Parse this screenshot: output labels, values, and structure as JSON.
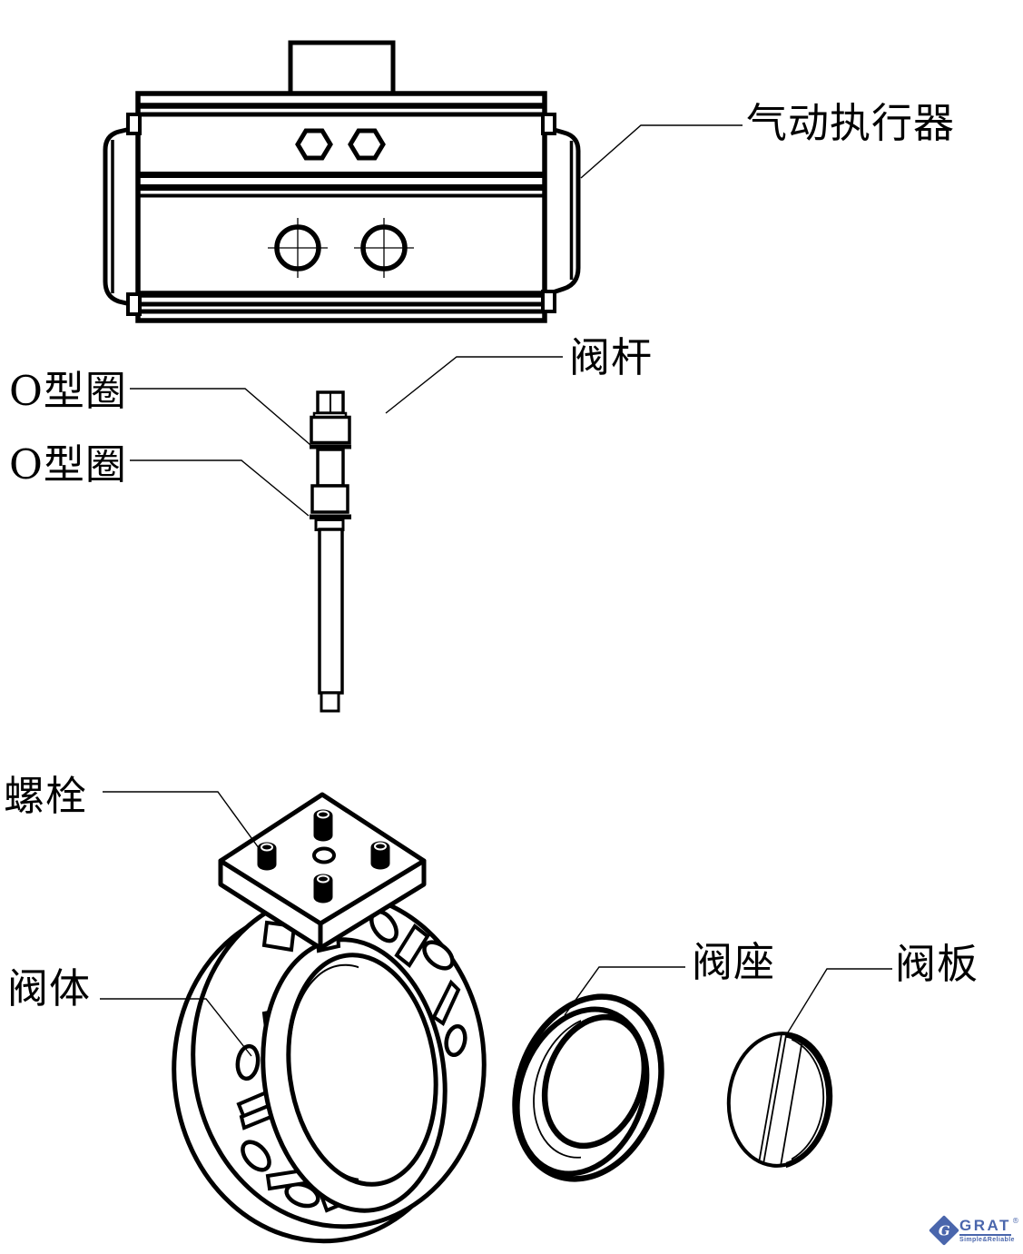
{
  "labels": {
    "pneumatic_actuator": "气动执行器",
    "valve_stem": "阀杆",
    "o_ring_top": "O型圈",
    "o_ring_bottom": "O型圈",
    "bolt": "螺栓",
    "valve_body": "阀体",
    "valve_seat": "阀座",
    "valve_plate": "阀板"
  },
  "logo": {
    "monogram": "G",
    "brand": "GRAT",
    "registered": "®",
    "tagline": "Simple&Reliable",
    "brand_color": "#4a66ac"
  },
  "colors": {
    "line": "#000000",
    "background": "#ffffff"
  }
}
